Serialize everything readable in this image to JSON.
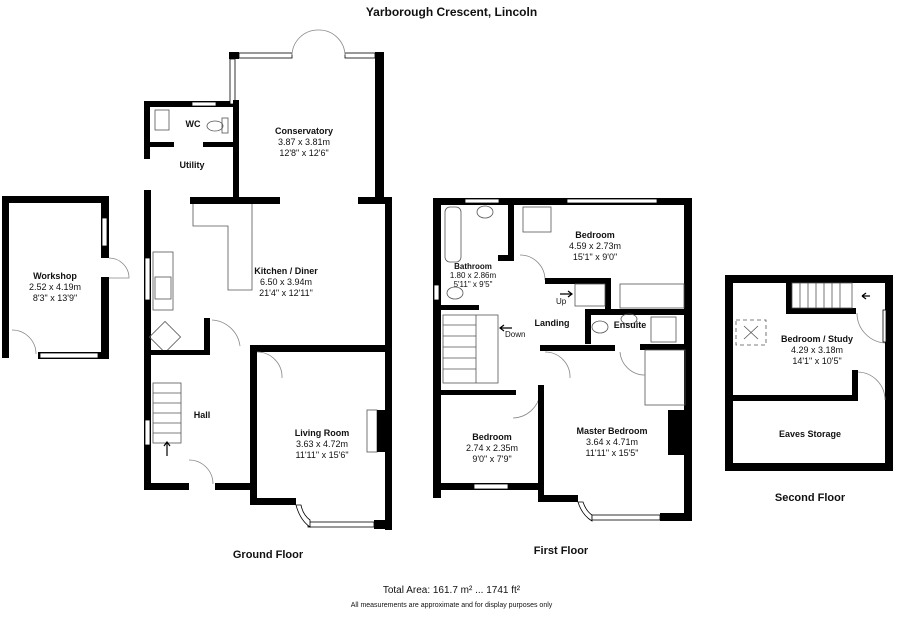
{
  "title": "Yarborough Crescent, Lincoln",
  "floors": [
    {
      "name": "Ground Floor",
      "rooms": [
        {
          "name": "Workshop",
          "metric": "2.52 x 4.19m",
          "imperial": "8'3\" x 13'9\""
        },
        {
          "name": "WC",
          "metric": "",
          "imperial": ""
        },
        {
          "name": "Utility",
          "metric": "",
          "imperial": ""
        },
        {
          "name": "Conservatory",
          "metric": "3.87 x 3.81m",
          "imperial": "12'8\" x 12'6\""
        },
        {
          "name": "Kitchen / Diner",
          "metric": "6.50 x 3.94m",
          "imperial": "21'4\" x 12'11\""
        },
        {
          "name": "Hall",
          "metric": "",
          "imperial": ""
        },
        {
          "name": "Living Room",
          "metric": "3.63 x 4.72m",
          "imperial": "11'11\" x 15'6\""
        }
      ]
    },
    {
      "name": "First Floor",
      "rooms": [
        {
          "name": "Bathroom",
          "metric": "1.80 x 2.86m",
          "imperial": "5'11\" x 9'5\""
        },
        {
          "name": "Bedroom",
          "metric": "4.59 x 2.73m",
          "imperial": "15'1\" x 9'0\""
        },
        {
          "name": "Landing",
          "metric": "",
          "imperial": ""
        },
        {
          "name": "Ensuite",
          "metric": "",
          "imperial": ""
        },
        {
          "name": "Bedroom",
          "metric": "2.74 x 2.35m",
          "imperial": "9'0\" x 7'9\""
        },
        {
          "name": "Master Bedroom",
          "metric": "3.64 x 4.71m",
          "imperial": "11'11\" x 15'5\""
        }
      ],
      "stair_labels": {
        "up": "Up",
        "down": "Down"
      }
    },
    {
      "name": "Second Floor",
      "rooms": [
        {
          "name": "Bedroom / Study",
          "metric": "4.29 x 3.18m",
          "imperial": "14'1\" x 10'5\""
        },
        {
          "name": "Eaves Storage",
          "metric": "",
          "imperial": ""
        }
      ]
    }
  ],
  "footer": {
    "total_area": "Total Area: 161.7 m² ... 1741 ft²",
    "disclaimer": "All measurements are approximate and for display purposes only"
  }
}
